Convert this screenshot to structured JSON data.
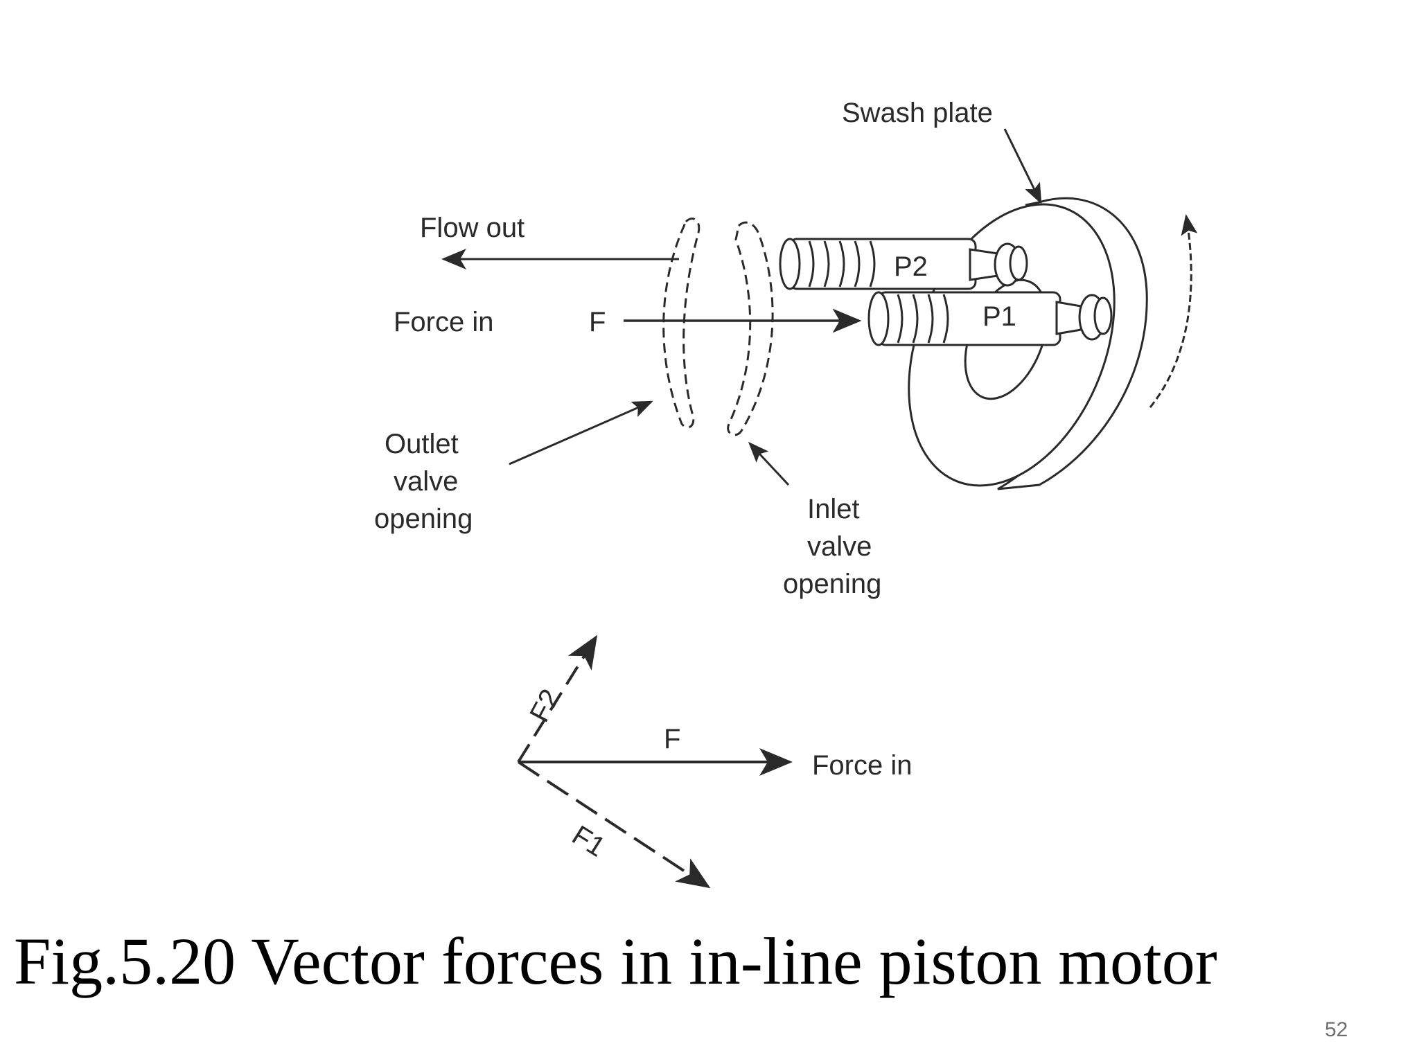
{
  "diagram": {
    "swash_plate_label": "Swash plate",
    "flow_out_label": "Flow out",
    "force_in_label": "Force in",
    "force_symbol": "F",
    "piston_p2_label": "P2",
    "piston_p1_label": "P1",
    "outlet_label_lines": [
      "Outlet",
      "valve",
      "opening"
    ],
    "inlet_label_lines": [
      "Inlet",
      "valve",
      "opening"
    ]
  },
  "vector_diagram": {
    "f_label": "F",
    "f1_label": "F1",
    "f2_label": "F2",
    "force_in_label": "Force in"
  },
  "caption": "Fig.5.20  Vector forces in in-line piston motor",
  "page_number": "52",
  "colors": {
    "ink": "#2a2a2a",
    "caption": "#000000",
    "page_number": "#6e6e6e"
  }
}
